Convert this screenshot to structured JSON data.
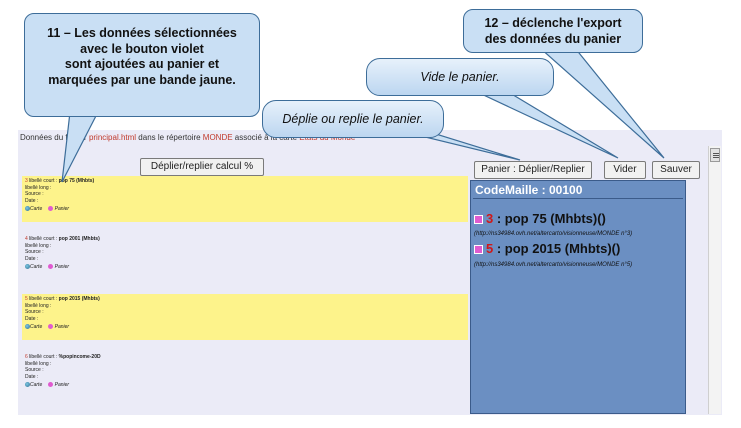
{
  "infobar": {
    "prefix": "Données du fichier ",
    "file": "principal.html",
    "mid": " dans le répertoire ",
    "dir": "MONDE",
    "mid2": " associé à la carte ",
    "map": "Etats du Monde"
  },
  "toolbar": {
    "toggle_calc": "Déplier/replier calcul %",
    "basket_toggle": "Panier : Déplier/Replier",
    "clear": "Vider",
    "save": "Sauver"
  },
  "list_rows": [
    {
      "num": "3",
      "short_label": " libellé court : ",
      "value": "pop 75 (Mhbts)",
      "long": "libellé long :",
      "source": "Source :",
      "date": "Date :",
      "carte": "Carte",
      "panier": "Panier",
      "highlight": true
    },
    {
      "num": "4",
      "short_label": " libellé court : ",
      "value": "pop 2001 (Mhbts)",
      "long": "libellé long :",
      "source": "Source :",
      "date": "Date :",
      "carte": "Carte",
      "panier": "Panier",
      "highlight": false
    },
    {
      "num": "5",
      "short_label": " libellé court : ",
      "value": "pop 2015 (Mhbts)",
      "long": "libellé long :",
      "source": "Source :",
      "date": "Date :",
      "carte": "Carte",
      "panier": "Panier",
      "highlight": true
    },
    {
      "num": "6",
      "short_label": " libellé court : ",
      "value": "%popincome-20D",
      "long": "libellé long :",
      "source": "Source :",
      "date": "Date :",
      "carte": "Carte",
      "panier": "Panier",
      "highlight": false
    }
  ],
  "basket": {
    "code": "CodeMaille : 00100",
    "items": [
      {
        "num": "3",
        "label": " : pop 75 (Mhbts)()",
        "url": "(http://ns34984.ovh.net/altercarto/visionneuse/MONDE n°3)"
      },
      {
        "num": "5",
        "label": " : pop 2015 (Mhbts)()",
        "url": "(http://ns34984.ovh.net/altercarto/visionneuse/MONDE n°5)"
      }
    ]
  },
  "callouts": {
    "c11_l1": "11 – Les données sélectionnées",
    "c11_l2": "avec le bouton violet",
    "c11_l3": "sont ajoutées au panier et",
    "c11_l4": "marquées par une bande jaune.",
    "c12_l1": "12 – déclenche l'export",
    "c12_l2": "des données du panier",
    "vider": "Vide le panier.",
    "deplie": "Déplie ou replie le panier."
  },
  "colors": {
    "highlight": "#fdf38b",
    "basket_bg": "#6b8fc2",
    "callout_bg": "#c9dff4",
    "accent_red": "#c0392b"
  }
}
